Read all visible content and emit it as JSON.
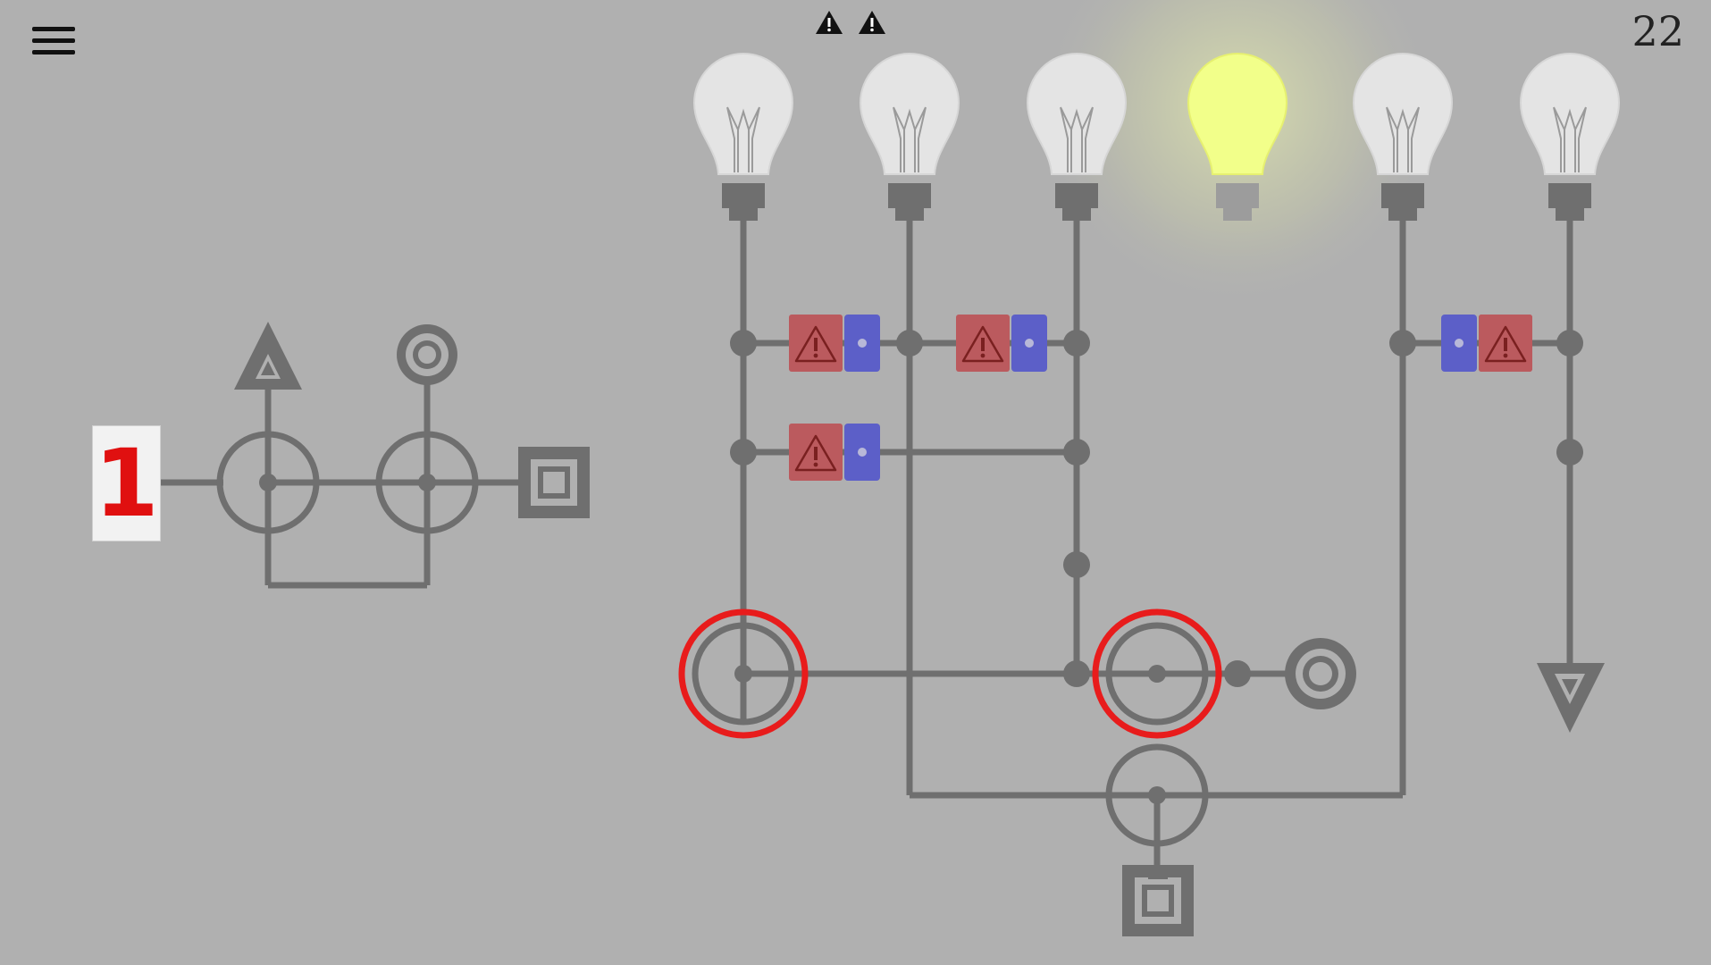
{
  "hud": {
    "level": "22",
    "menu_icon": "hamburger-menu-icon",
    "warnings": [
      "warning-icon",
      "warning-icon"
    ]
  },
  "counter": {
    "value": "1",
    "color": "#e01010"
  },
  "colors": {
    "background": "#b0b0b0",
    "wire": "#6f6f6f",
    "bulb_lit": "#f2ff8a",
    "warning_block": "#bb5a5e",
    "battery_block": "#5c5fc8",
    "highlight_ring": "#e81c1c"
  },
  "bulbs": [
    {
      "id": "bulb-1",
      "lit": false
    },
    {
      "id": "bulb-2",
      "lit": false
    },
    {
      "id": "bulb-3",
      "lit": false
    },
    {
      "id": "bulb-4",
      "lit": true
    },
    {
      "id": "bulb-5",
      "lit": false
    },
    {
      "id": "bulb-6",
      "lit": false
    }
  ]
}
